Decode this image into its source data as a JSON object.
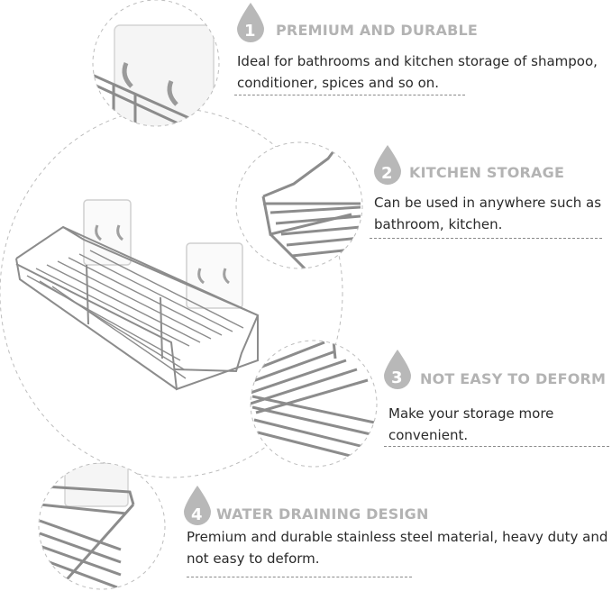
{
  "features": [
    {
      "number": "1",
      "title": "PREMIUM AND DURABLE",
      "description": "Ideal for bathrooms and kitchen storage of shampoo, conditioner, spices and so on."
    },
    {
      "number": "2",
      "title": "KITCHEN STORAGE",
      "description": "Can be used in anywhere such as bathroom, kitchen."
    },
    {
      "number": "3",
      "title": "NOT EASY TO DEFORM",
      "description": "Make your storage more convenient."
    },
    {
      "number": "4",
      "title": "WATER DRAINING DESIGN",
      "description": "Premium and durable stainless steel material, heavy duty and not easy to deform."
    }
  ],
  "colors": {
    "drop": "#b8b8b8",
    "title": "#b3b3b3",
    "text": "#2a2a2a",
    "metal": "#8c8c8c"
  },
  "icons": [
    "water-drop-icon"
  ]
}
